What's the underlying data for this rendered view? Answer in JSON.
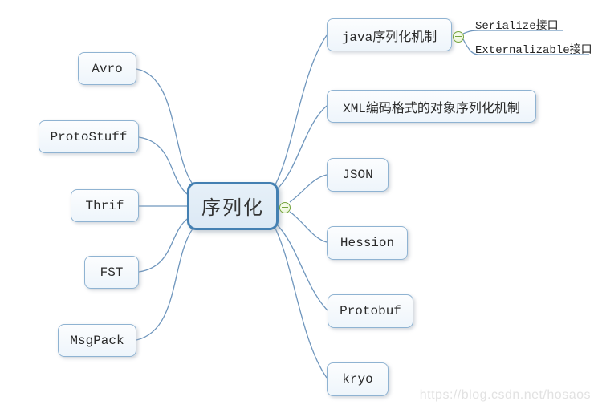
{
  "center": {
    "label": "序列化"
  },
  "left_nodes": [
    {
      "label": "Avro"
    },
    {
      "label": "ProtoStuff"
    },
    {
      "label": "Thrif"
    },
    {
      "label": "FST"
    },
    {
      "label": "MsgPack"
    }
  ],
  "right_nodes": [
    {
      "label": "java序列化机制"
    },
    {
      "label": "XML编码格式的对象序列化机制"
    },
    {
      "label": "JSON"
    },
    {
      "label": "Hession"
    },
    {
      "label": "Protobuf"
    },
    {
      "label": "kryo"
    }
  ],
  "sub_nodes": [
    {
      "label": "Serialize接口"
    },
    {
      "label": "Externalizable接口"
    }
  ],
  "watermark": {
    "text": "https://blog.csdn.net/hosaos"
  },
  "colors": {
    "center_border": "#4480b2",
    "center_fill": "#dce9f5",
    "child_border": "#8fb3d2",
    "child_fill": "#eef5fb",
    "connector": "#6f96bd",
    "collapse_border": "#76a43e",
    "collapse_fill": "#edf7dd",
    "watermark": "#e2e2e2",
    "text": "#333333"
  }
}
